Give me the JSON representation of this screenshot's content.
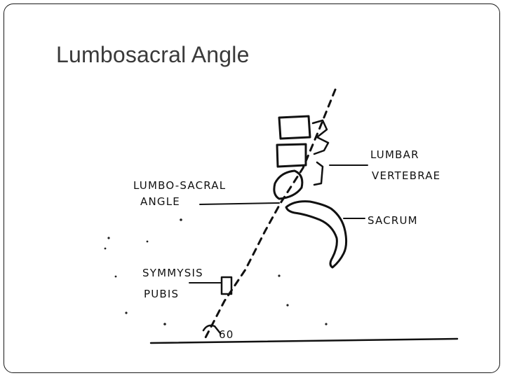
{
  "slide": {
    "title": "Lumbosacral Angle"
  },
  "diagram": {
    "labels": {
      "lumbosacral_line1": "LUMBO-SACRAL",
      "lumbosacral_line2": "ANGLE",
      "lumbar_line1": "LUMBAR",
      "lumbar_line2": "VERTEBRAE",
      "sacrum": "SACRUM",
      "symphysis_line1": "SYMMYSIS",
      "symphysis_line2": "PUBIS",
      "angle_value": "60"
    }
  }
}
